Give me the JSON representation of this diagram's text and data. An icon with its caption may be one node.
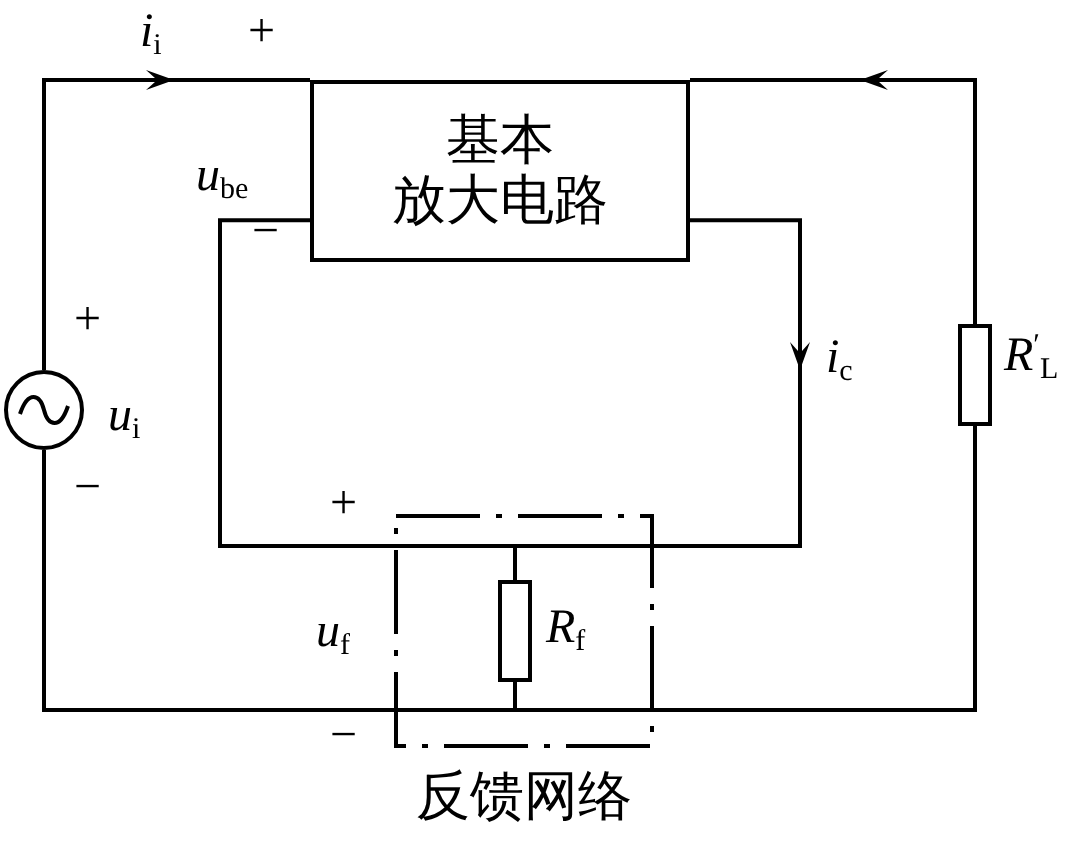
{
  "diagram": {
    "nodes": [
      {
        "text": [
          "基本放大电路"
        ]
      },
      {
        "text": [
          "反馈网络"
        ]
      },
      {
        "text": [],
        "shape": "box",
        "in": 1,
        "beside": [
          "*R*$_{f}$"
        ]
      },
      {
        "text": [],
        "shape": "box",
        "beside": [
          "*R*$^{′}$$_{L}$"
        ]
      },
      {
        "text": [],
        "shape": "circle",
        "beside": [
          "*u*$_{i}$"
        ]
      }
    ],
    "edges": [
      {
        "from": 4,
        "to": 0,
        "arrow": "to",
        "label": "*i*$_{i}$"
      },
      {
        "from": 3,
        "to": 0,
        "arrow": "to"
      },
      {
        "from": 0,
        "to": 2,
        "arrow": "none"
      },
      {
        "from": 0,
        "to": 2,
        "arrow": "to",
        "label": "*i*$_{c}$"
      },
      {
        "from": 4,
        "to": 2,
        "arrow": "none"
      },
      {
        "from": 3,
        "to": 2,
        "arrow": "none"
      }
    ],
    "labels": [
      "+",
      "*u*$_{be}$",
      "−",
      "+",
      "−",
      "+",
      "*u*$_{f}$",
      "−"
    ]
  }
}
